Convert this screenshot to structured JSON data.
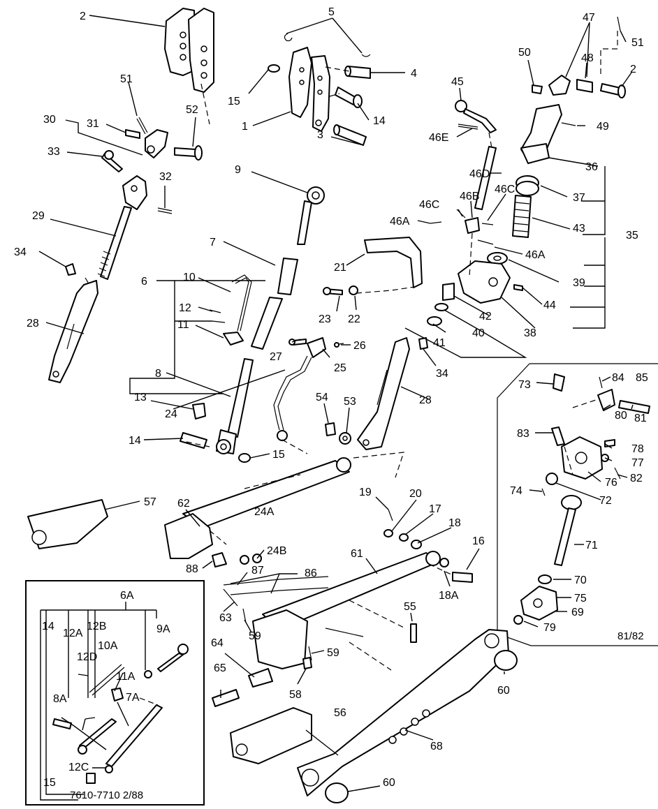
{
  "callouts": [
    {
      "id": "c2a",
      "text": "2"
    },
    {
      "id": "c5",
      "text": "5"
    },
    {
      "id": "c47",
      "text": "47"
    },
    {
      "id": "c51a",
      "text": "51"
    },
    {
      "id": "c50",
      "text": "50"
    },
    {
      "id": "c48",
      "text": "48"
    },
    {
      "id": "c2b",
      "text": "2"
    },
    {
      "id": "c4",
      "text": "4"
    },
    {
      "id": "c15a",
      "text": "15"
    },
    {
      "id": "c45",
      "text": "45"
    },
    {
      "id": "c51b",
      "text": "51"
    },
    {
      "id": "c52",
      "text": "52"
    },
    {
      "id": "c30",
      "text": "30"
    },
    {
      "id": "c31",
      "text": "31"
    },
    {
      "id": "c14a",
      "text": "14"
    },
    {
      "id": "c1",
      "text": "1"
    },
    {
      "id": "c49",
      "text": "49"
    },
    {
      "id": "c46E",
      "text": "46E"
    },
    {
      "id": "c33",
      "text": "33"
    },
    {
      "id": "c3",
      "text": "3"
    },
    {
      "id": "c36",
      "text": "36"
    },
    {
      "id": "c9a",
      "text": "9"
    },
    {
      "id": "c32",
      "text": "32"
    },
    {
      "id": "c46D",
      "text": "46D"
    },
    {
      "id": "c37",
      "text": "37"
    },
    {
      "id": "c46C",
      "text": "46C"
    },
    {
      "id": "c46B",
      "text": "46B"
    },
    {
      "id": "c46C2",
      "text": "46C"
    },
    {
      "id": "c46A",
      "text": "46A"
    },
    {
      "id": "c43",
      "text": "43"
    },
    {
      "id": "c35",
      "text": "35"
    },
    {
      "id": "c29",
      "text": "29"
    },
    {
      "id": "c7a",
      "text": "7"
    },
    {
      "id": "c46A2",
      "text": "46A"
    },
    {
      "id": "c34a",
      "text": "34"
    },
    {
      "id": "c21",
      "text": "21"
    },
    {
      "id": "c39",
      "text": "39"
    },
    {
      "id": "c10a",
      "text": "10"
    },
    {
      "id": "c6",
      "text": "6"
    },
    {
      "id": "c23",
      "text": "23"
    },
    {
      "id": "c22",
      "text": "22"
    },
    {
      "id": "c44",
      "text": "44"
    },
    {
      "id": "c12a",
      "text": "12"
    },
    {
      "id": "c42",
      "text": "42"
    },
    {
      "id": "c28a",
      "text": "28"
    },
    {
      "id": "c11a",
      "text": "11"
    },
    {
      "id": "c38",
      "text": "38"
    },
    {
      "id": "c40",
      "text": "40"
    },
    {
      "id": "c41",
      "text": "41"
    },
    {
      "id": "c27",
      "text": "27"
    },
    {
      "id": "c26",
      "text": "26"
    },
    {
      "id": "c25",
      "text": "25"
    },
    {
      "id": "c34b",
      "text": "34"
    },
    {
      "id": "c8a",
      "text": "8"
    },
    {
      "id": "c73",
      "text": "73"
    },
    {
      "id": "c84",
      "text": "84"
    },
    {
      "id": "c85",
      "text": "85"
    },
    {
      "id": "c13",
      "text": "13"
    },
    {
      "id": "c24",
      "text": "24"
    },
    {
      "id": "c54",
      "text": "54"
    },
    {
      "id": "c53",
      "text": "53"
    },
    {
      "id": "c28b",
      "text": "28"
    },
    {
      "id": "c80",
      "text": "80"
    },
    {
      "id": "c81",
      "text": "81"
    },
    {
      "id": "c14b",
      "text": "14"
    },
    {
      "id": "c83",
      "text": "83"
    },
    {
      "id": "c78",
      "text": "78"
    },
    {
      "id": "c15b",
      "text": "15"
    },
    {
      "id": "c77",
      "text": "77"
    },
    {
      "id": "c57",
      "text": "57"
    },
    {
      "id": "c62",
      "text": "62"
    },
    {
      "id": "c82",
      "text": "82"
    },
    {
      "id": "c76",
      "text": "76"
    },
    {
      "id": "c74",
      "text": "74"
    },
    {
      "id": "c72",
      "text": "72"
    },
    {
      "id": "c19",
      "text": "19"
    },
    {
      "id": "c20",
      "text": "20"
    },
    {
      "id": "c24A",
      "text": "24A"
    },
    {
      "id": "c17",
      "text": "17"
    },
    {
      "id": "c18",
      "text": "18"
    },
    {
      "id": "c71",
      "text": "71"
    },
    {
      "id": "c16",
      "text": "16"
    },
    {
      "id": "c24B",
      "text": "24B"
    },
    {
      "id": "c88",
      "text": "88"
    },
    {
      "id": "c87",
      "text": "87"
    },
    {
      "id": "c86",
      "text": "86"
    },
    {
      "id": "c61",
      "text": "61"
    },
    {
      "id": "c18A",
      "text": "18A"
    },
    {
      "id": "c70",
      "text": "70"
    },
    {
      "id": "c6A",
      "text": "6A"
    },
    {
      "id": "c75",
      "text": "75"
    },
    {
      "id": "c63",
      "text": "63"
    },
    {
      "id": "c69",
      "text": "69"
    },
    {
      "id": "c55",
      "text": "55"
    },
    {
      "id": "c79",
      "text": "79"
    },
    {
      "id": "c14c",
      "text": "14"
    },
    {
      "id": "c12A",
      "text": "12A"
    },
    {
      "id": "c12B",
      "text": "12B"
    },
    {
      "id": "c9A",
      "text": "9A"
    },
    {
      "id": "c59a",
      "text": "59"
    },
    {
      "id": "c10A",
      "text": "10A"
    },
    {
      "id": "c12D",
      "text": "12D"
    },
    {
      "id": "c64",
      "text": "64"
    },
    {
      "id": "c59b",
      "text": "59"
    },
    {
      "id": "c11A",
      "text": "11A"
    },
    {
      "id": "c8A",
      "text": "8A"
    },
    {
      "id": "c7A",
      "text": "7A"
    },
    {
      "id": "c65",
      "text": "65"
    },
    {
      "id": "c58",
      "text": "58"
    },
    {
      "id": "c60a",
      "text": "60"
    },
    {
      "id": "c56",
      "text": "56"
    },
    {
      "id": "c68",
      "text": "68"
    },
    {
      "id": "c12C",
      "text": "12C"
    },
    {
      "id": "c15c",
      "text": "15"
    },
    {
      "id": "c60b",
      "text": "60"
    }
  ],
  "notes": {
    "inset_year": "81/82",
    "inset_models": "7610-7710 2/88"
  }
}
